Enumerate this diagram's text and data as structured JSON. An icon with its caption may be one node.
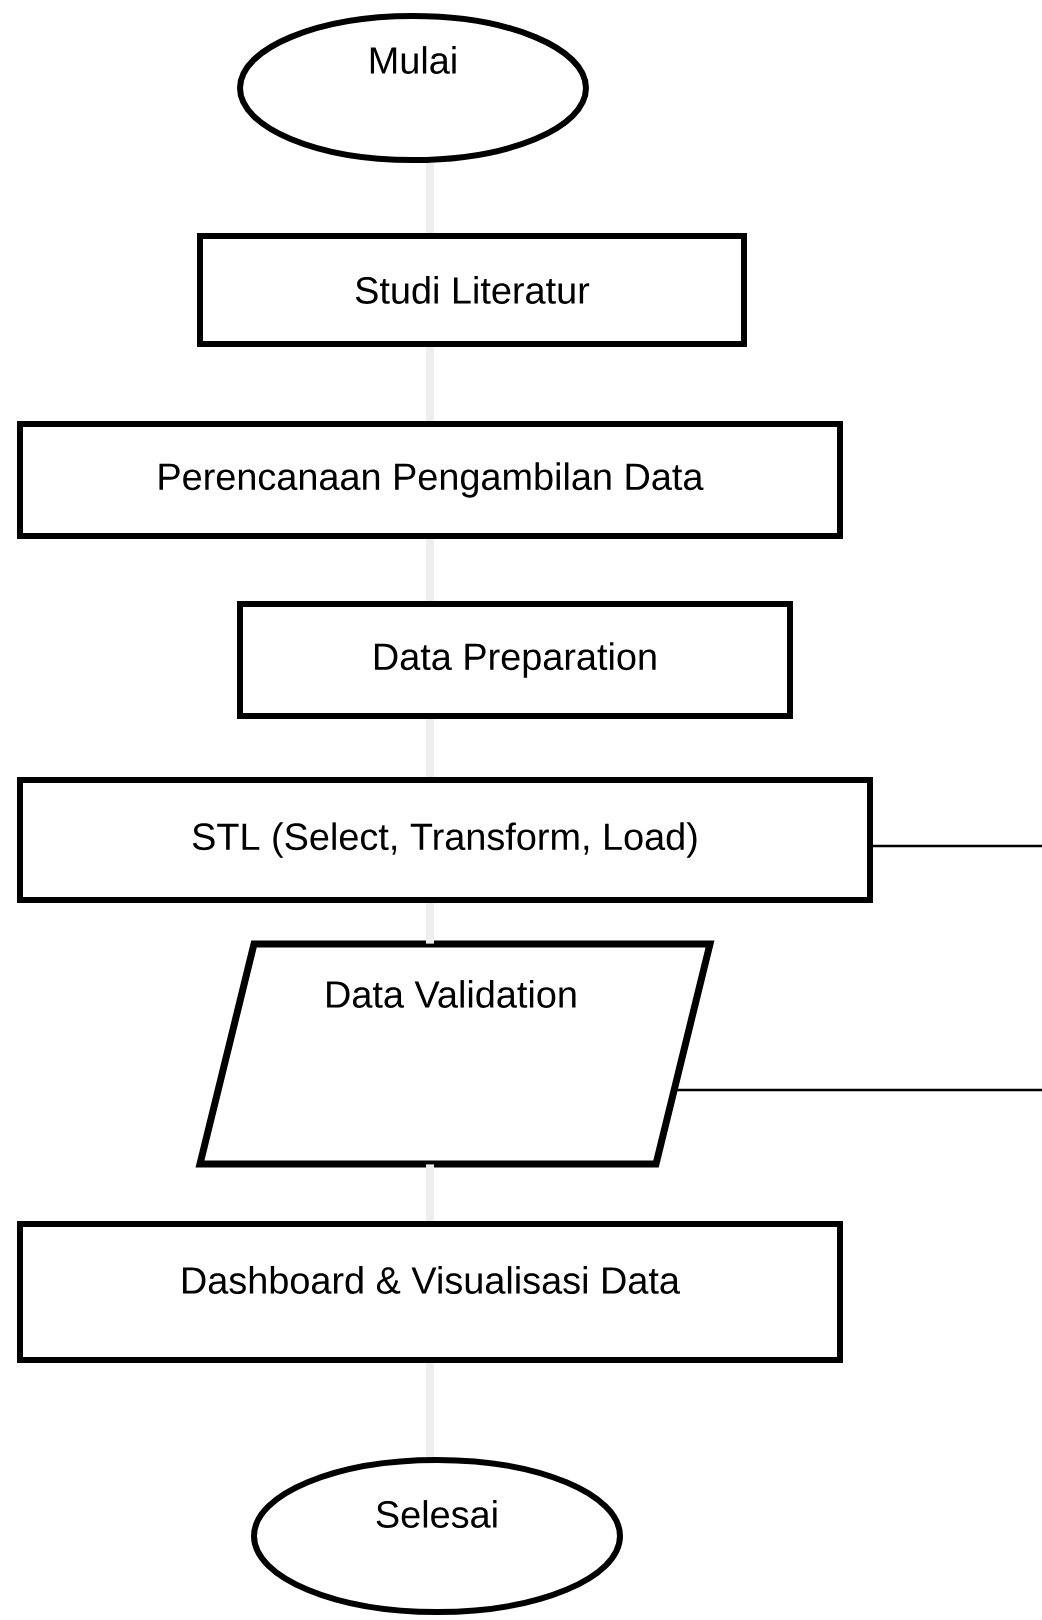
{
  "diagram": {
    "nodes": [
      {
        "text": [
          "Mulai"
        ]
      },
      {
        "text": [
          "Studi Literatur"
        ]
      },
      {
        "text": [
          "Perencanaan Pengambilan Data"
        ]
      },
      {
        "text": [
          "Data Preparation"
        ]
      },
      {
        "text": [
          "STL (Select, Transform, Load)"
        ]
      },
      {
        "text": [
          "Data Validation"
        ]
      },
      {
        "text": [
          "Dashboard & Visualisasi Data"
        ]
      },
      {
        "text": [
          "Selesai"
        ]
      }
    ],
    "edges": [
      {
        "from": 0,
        "to": 1,
        "arrow": "none"
      },
      {
        "from": 1,
        "to": 2,
        "arrow": "none"
      },
      {
        "from": 2,
        "to": 3,
        "arrow": "none"
      },
      {
        "from": 3,
        "to": 4,
        "arrow": "none"
      },
      {
        "from": 4,
        "to": 5,
        "arrow": "none"
      },
      {
        "from": 5,
        "to": 6,
        "arrow": "none"
      },
      {
        "from": 6,
        "to": 7,
        "arrow": "none"
      },
      {
        "from": 4,
        "to": null,
        "arrow": "none",
        "color": "#000000"
      },
      {
        "from": 5,
        "to": null,
        "arrow": "none",
        "color": "#000000"
      }
    ]
  }
}
